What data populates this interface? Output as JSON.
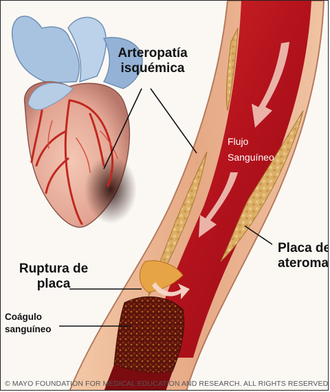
{
  "labels": {
    "ischemic_line1": "Arteropatía",
    "ischemic_line2": "isquémica",
    "flow_line1": "Flujo",
    "flow_line2": "Sanguíneo",
    "plaque_line1": "Placa de",
    "plaque_line2": "ateroma",
    "rupture_line1": "Ruptura de",
    "rupture_line2": "placa",
    "clot_line1": "Coágulo",
    "clot_line2": "sanguíneo"
  },
  "copyright": "© MAYO FOUNDATION FOR MEDICAL EDUCATION AND RESEARCH. ALL RIGHTS RESERVED.",
  "colors": {
    "artery_wall": "#e9b38f",
    "lumen_blood": "#b8141e",
    "plaque": "#d9a85c",
    "clot": "#6b1a10",
    "heart_blue": "#9db9da"
  }
}
